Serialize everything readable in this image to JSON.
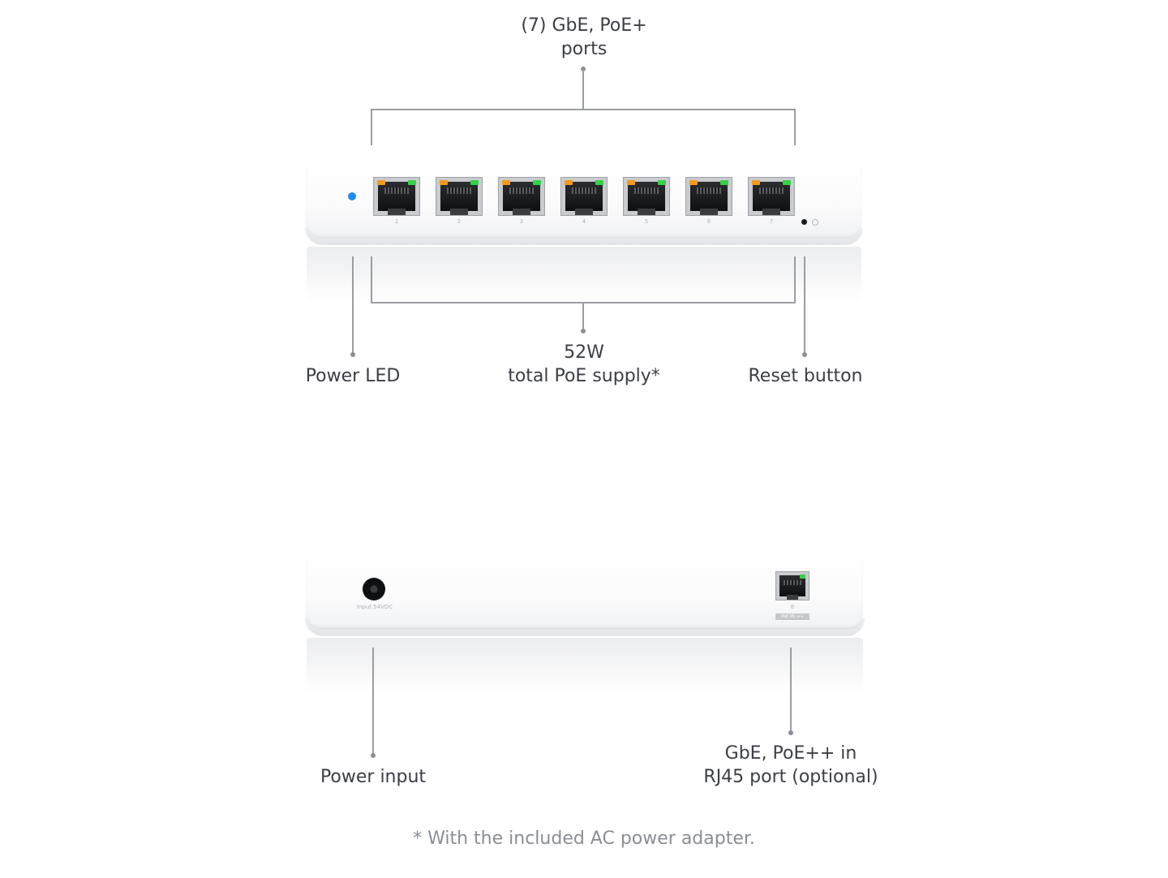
{
  "top_labels": {
    "ports_line1": "(7) GbE, PoE+",
    "ports_line2": "ports",
    "power_led": "Power LED",
    "poe_line1": "52W",
    "poe_line2": "total PoE supply*",
    "reset": "Reset button"
  },
  "bottom_labels": {
    "power_input": "Power input",
    "uplink_line1": "GbE, PoE++ in",
    "uplink_line2": "RJ45 port (optional)"
  },
  "front_ports": [
    "1",
    "2",
    "3",
    "4",
    "5",
    "6",
    "7"
  ],
  "back_text": {
    "input_label": "Input 54VDC",
    "uplink_num": "8",
    "uplink_tag": "PoE PD ++"
  },
  "footnote": "* With the included AC power adapter.",
  "colors": {
    "power_led": "#1e8cf0",
    "link_led": "#34d347",
    "activity_led": "#f39a1f"
  }
}
